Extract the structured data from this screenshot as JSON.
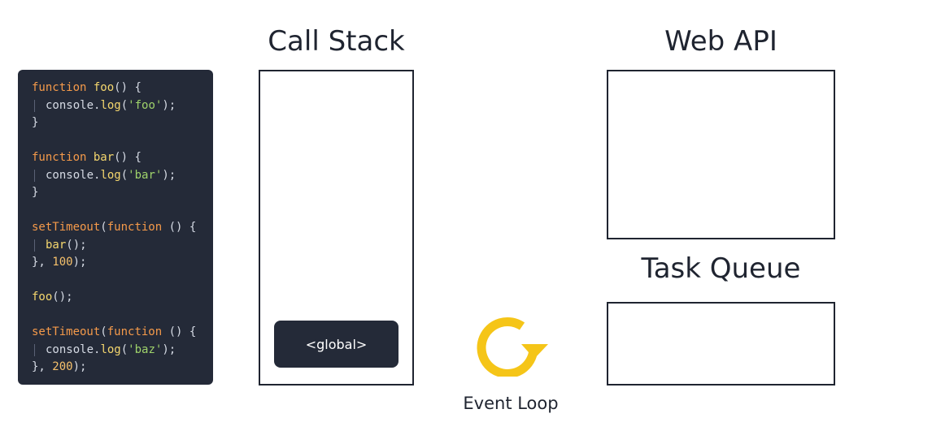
{
  "code": {
    "lines": [
      {
        "indent": false,
        "tokens": [
          {
            "t": "kw",
            "v": "function"
          },
          {
            "t": "ob",
            "v": " "
          },
          {
            "t": "fn",
            "v": "foo"
          },
          {
            "t": "ob",
            "v": "() {"
          }
        ]
      },
      {
        "indent": true,
        "tokens": [
          {
            "t": "ob",
            "v": "console."
          },
          {
            "t": "fn",
            "v": "log"
          },
          {
            "t": "ob",
            "v": "("
          },
          {
            "t": "str",
            "v": "'foo'"
          },
          {
            "t": "ob",
            "v": ");"
          }
        ]
      },
      {
        "indent": false,
        "tokens": [
          {
            "t": "ob",
            "v": "}"
          }
        ]
      },
      {
        "indent": false,
        "tokens": []
      },
      {
        "indent": false,
        "tokens": [
          {
            "t": "kw",
            "v": "function"
          },
          {
            "t": "ob",
            "v": " "
          },
          {
            "t": "fn",
            "v": "bar"
          },
          {
            "t": "ob",
            "v": "() {"
          }
        ]
      },
      {
        "indent": true,
        "tokens": [
          {
            "t": "ob",
            "v": "console."
          },
          {
            "t": "fn",
            "v": "log"
          },
          {
            "t": "ob",
            "v": "("
          },
          {
            "t": "str",
            "v": "'bar'"
          },
          {
            "t": "ob",
            "v": ");"
          }
        ]
      },
      {
        "indent": false,
        "tokens": [
          {
            "t": "ob",
            "v": "}"
          }
        ]
      },
      {
        "indent": false,
        "tokens": []
      },
      {
        "indent": false,
        "tokens": [
          {
            "t": "kw",
            "v": "setTimeout"
          },
          {
            "t": "ob",
            "v": "("
          },
          {
            "t": "kw",
            "v": "function"
          },
          {
            "t": "ob",
            "v": " () {"
          }
        ]
      },
      {
        "indent": true,
        "tokens": [
          {
            "t": "fn",
            "v": "bar"
          },
          {
            "t": "ob",
            "v": "();"
          }
        ]
      },
      {
        "indent": false,
        "tokens": [
          {
            "t": "ob",
            "v": "}, "
          },
          {
            "t": "num",
            "v": "100"
          },
          {
            "t": "ob",
            "v": ");"
          }
        ]
      },
      {
        "indent": false,
        "tokens": []
      },
      {
        "indent": false,
        "tokens": [
          {
            "t": "fn",
            "v": "foo"
          },
          {
            "t": "ob",
            "v": "();"
          }
        ]
      },
      {
        "indent": false,
        "tokens": []
      },
      {
        "indent": false,
        "tokens": [
          {
            "t": "kw",
            "v": "setTimeout"
          },
          {
            "t": "ob",
            "v": "("
          },
          {
            "t": "kw",
            "v": "function"
          },
          {
            "t": "ob",
            "v": " () {"
          }
        ]
      },
      {
        "indent": true,
        "tokens": [
          {
            "t": "ob",
            "v": "console."
          },
          {
            "t": "fn",
            "v": "log"
          },
          {
            "t": "ob",
            "v": "("
          },
          {
            "t": "str",
            "v": "'baz'"
          },
          {
            "t": "ob",
            "v": ");"
          }
        ]
      },
      {
        "indent": false,
        "tokens": [
          {
            "t": "ob",
            "v": "}, "
          },
          {
            "t": "num",
            "v": "200"
          },
          {
            "t": "ob",
            "v": ");"
          }
        ]
      }
    ]
  },
  "call_stack": {
    "title": "Call Stack",
    "frames": [
      "<global>"
    ]
  },
  "web_api": {
    "title": "Web API"
  },
  "task_queue": {
    "title": "Task Queue"
  },
  "event_loop": {
    "label": "Event Loop",
    "icon": "refresh-cycle-icon",
    "color": "#f5c518"
  },
  "colors": {
    "code_bg": "#242a38",
    "keyword": "#f59a4a",
    "function": "#f5d76e",
    "string": "#9fd36b",
    "number": "#f5c06b"
  }
}
